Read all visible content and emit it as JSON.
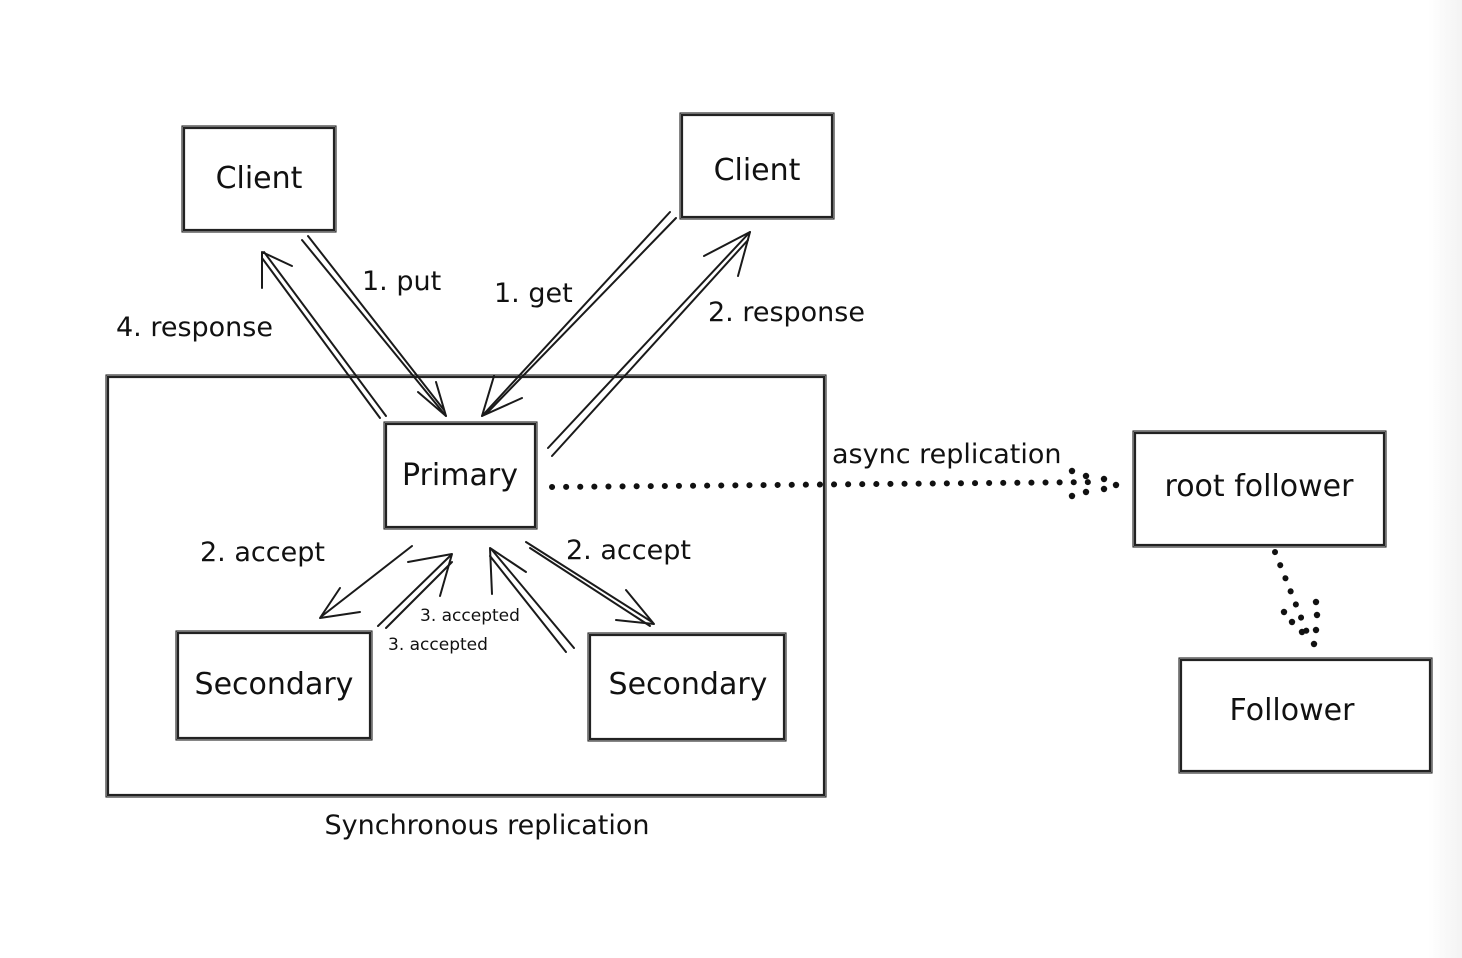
{
  "nodes": {
    "client_left": "Client",
    "client_right": "Client",
    "primary": "Primary",
    "secondary_left": "Secondary",
    "secondary_right": "Secondary",
    "root_follower": "root follower",
    "follower": "Follower"
  },
  "group": {
    "label": "Synchronous replication"
  },
  "edges": {
    "put": "1. put",
    "get": "1. get",
    "response_left": "4. response",
    "response_right": "2. response",
    "accept_left": "2. accept",
    "accept_right": "2. accept",
    "accepted_upper": "3. accepted",
    "accepted_lower": "3. accepted",
    "async": "async replication"
  }
}
